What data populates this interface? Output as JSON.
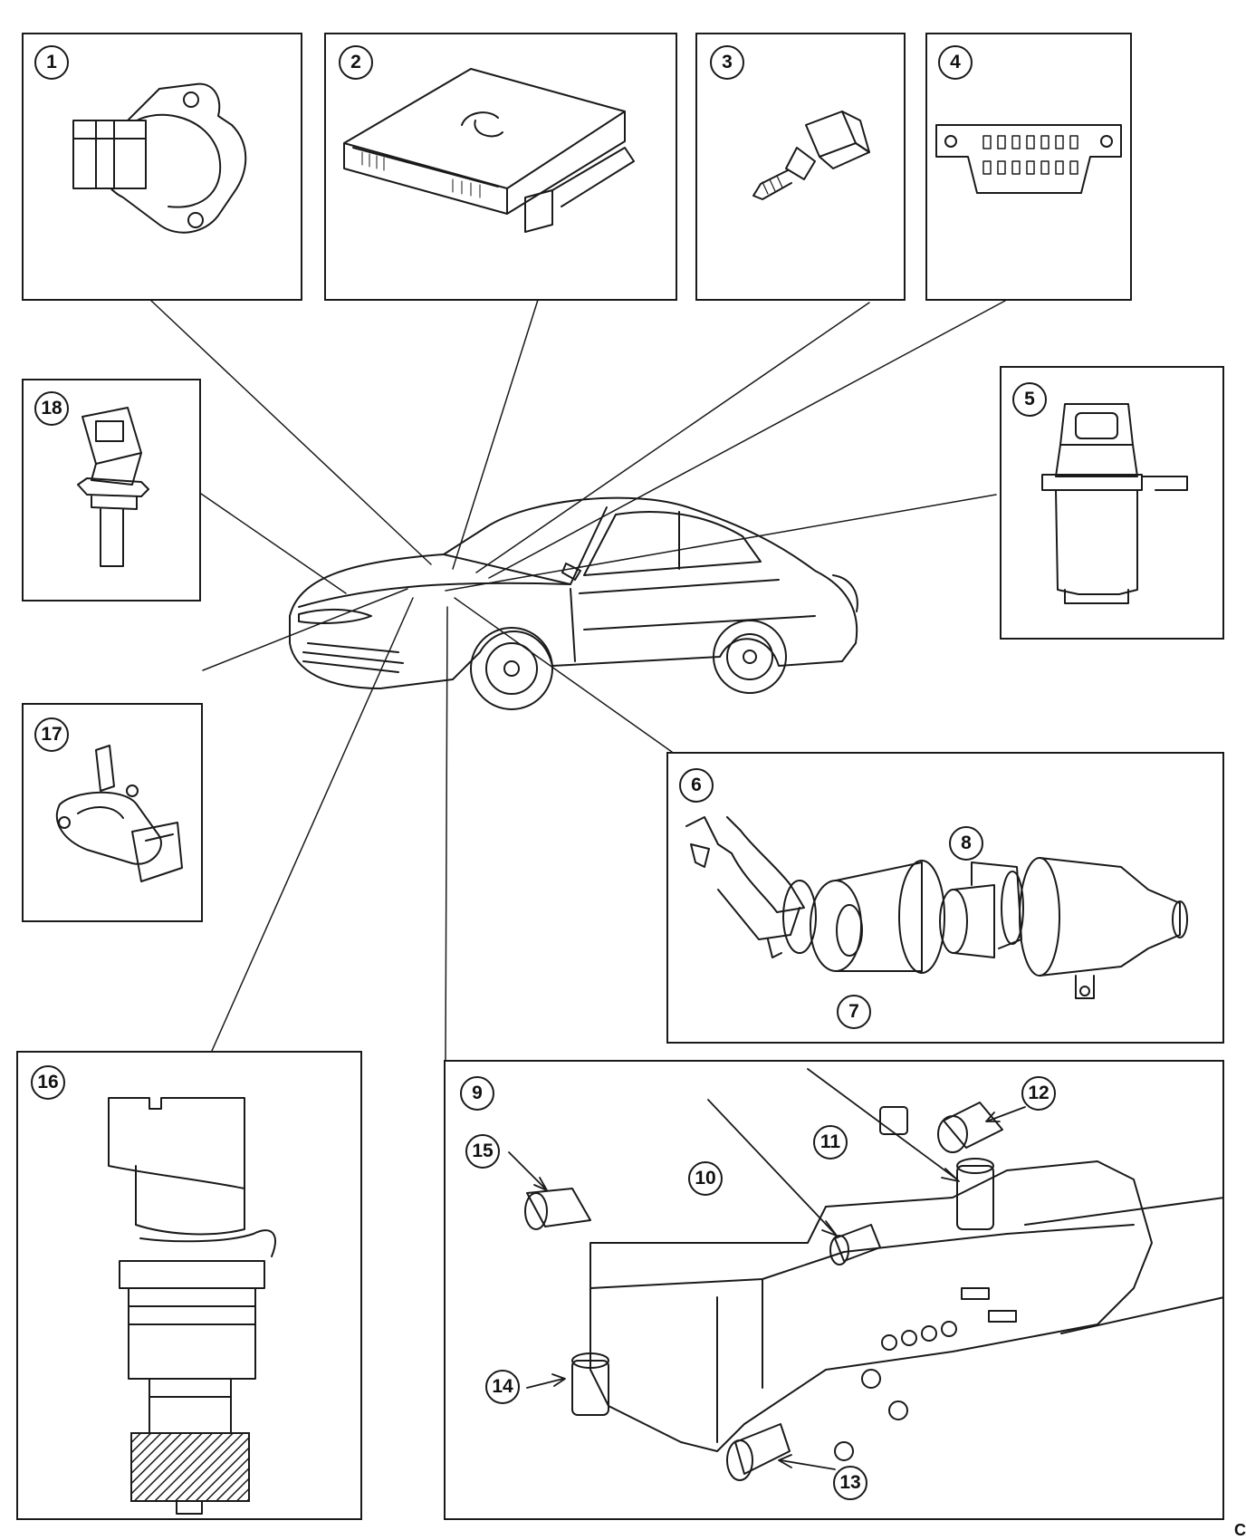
{
  "callouts": {
    "c1": "1",
    "c2": "2",
    "c3": "3",
    "c4": "4",
    "c5": "5",
    "c6": "6",
    "c7": "7",
    "c8": "8",
    "c9": "9",
    "c10": "10",
    "c11": "11",
    "c12": "12",
    "c13": "13",
    "c14": "14",
    "c15": "15",
    "c16": "16",
    "c17": "17",
    "c18": "18"
  },
  "footer": {
    "code": "C "
  },
  "style": {
    "line_color": "#1a1a1a",
    "background": "#ffffff"
  }
}
